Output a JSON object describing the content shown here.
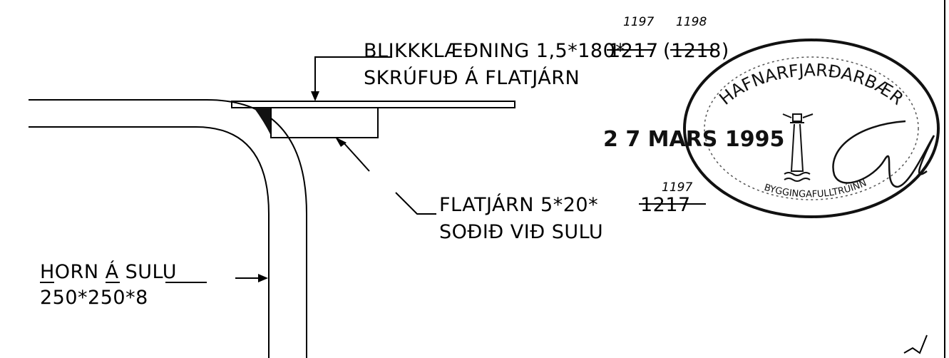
{
  "note_top": {
    "line1": "BLIKKKLÆÐNING 1,5*180*",
    "line1_struck_a": "1217",
    "line1_struck_b": "(1218)",
    "hand_a": "1197",
    "hand_b": "1198",
    "line2": "SKRÚFUÐ Á FLATJÁRN"
  },
  "note_mid": {
    "line1": "FLATJÁRN 5*20*",
    "line1_struck": "1217",
    "hand": "1197",
    "line2": "SOÐIÐ VIÐ SULU"
  },
  "note_left": {
    "line1": "HORN Á SULU",
    "line2": "250*250*8"
  },
  "stamp": {
    "top_text": "HAFNARFJARÐARBÆR",
    "bottom_text": "BYGGINGAFULLTRÚINN",
    "date": "2 7 MARS 1995",
    "icon": "lighthouse-icon"
  }
}
